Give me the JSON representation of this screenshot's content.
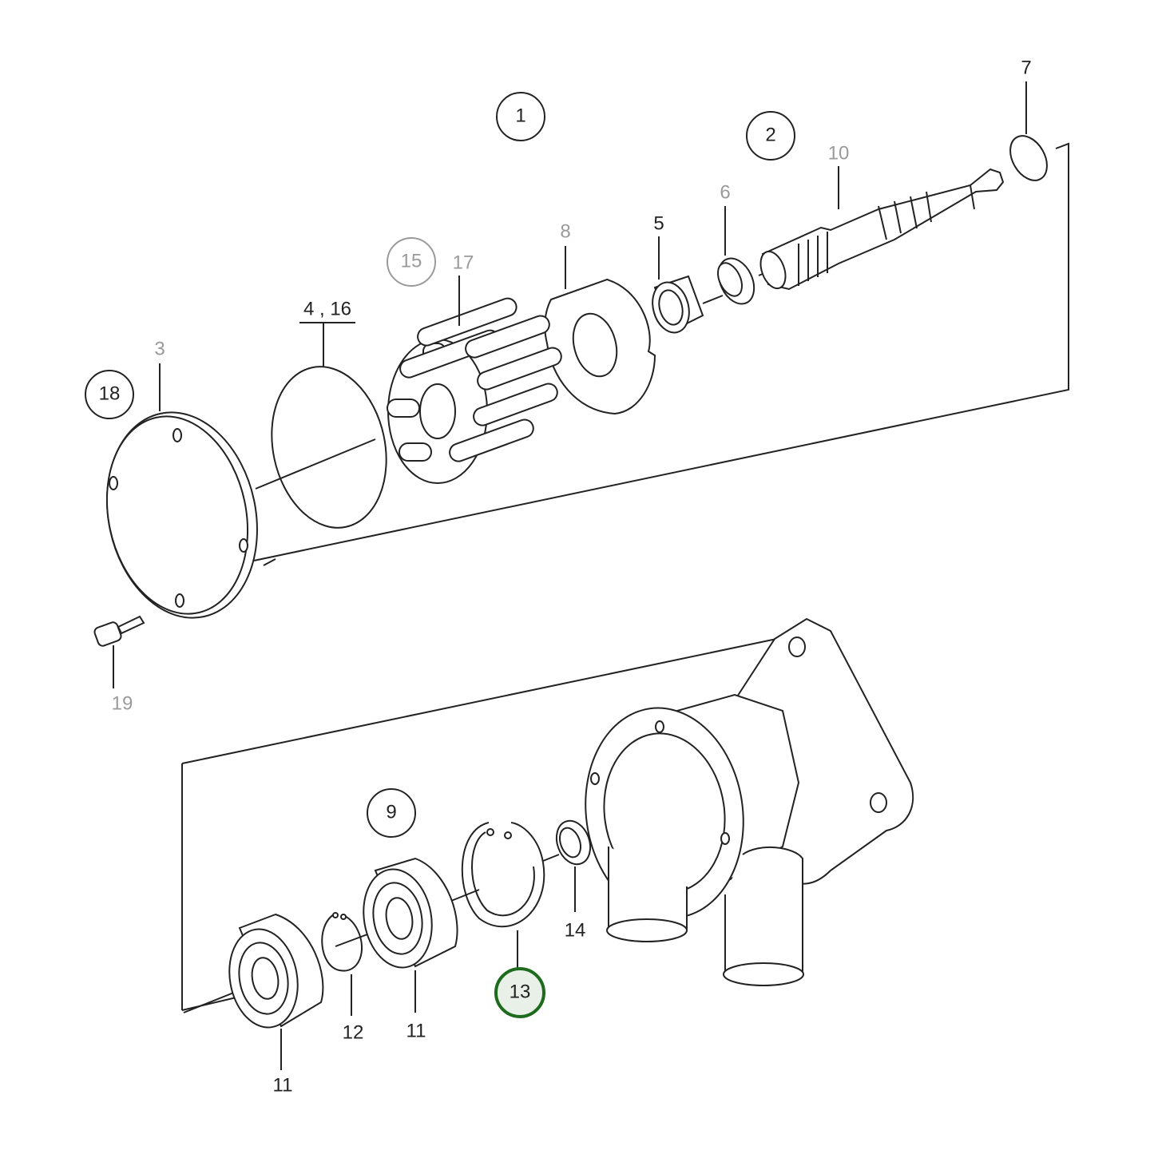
{
  "diagram": {
    "highlight_color": "#1e6b1e",
    "highlight_fill": "#e8f0e8",
    "circled_callouts": [
      {
        "id": "1",
        "text": "1"
      },
      {
        "id": "2",
        "text": "2"
      },
      {
        "id": "15",
        "text": "15",
        "muted": true
      },
      {
        "id": "18",
        "text": "18"
      },
      {
        "id": "9",
        "text": "9"
      },
      {
        "id": "13",
        "text": "13",
        "highlighted": true
      }
    ],
    "part_labels": [
      {
        "id": "7",
        "text": "7"
      },
      {
        "id": "10",
        "text": "10",
        "muted": true
      },
      {
        "id": "6",
        "text": "6",
        "muted": true
      },
      {
        "id": "8",
        "text": "8",
        "muted": true
      },
      {
        "id": "5",
        "text": "5"
      },
      {
        "id": "17",
        "text": "17",
        "muted": true
      },
      {
        "id": "4_16",
        "text": "4 , 16"
      },
      {
        "id": "3",
        "text": "3",
        "muted": true
      },
      {
        "id": "19",
        "text": "19",
        "muted": true
      },
      {
        "id": "14",
        "text": "14"
      },
      {
        "id": "12",
        "text": "12"
      },
      {
        "id": "11a",
        "text": "11"
      },
      {
        "id": "11b",
        "text": "11"
      }
    ]
  }
}
